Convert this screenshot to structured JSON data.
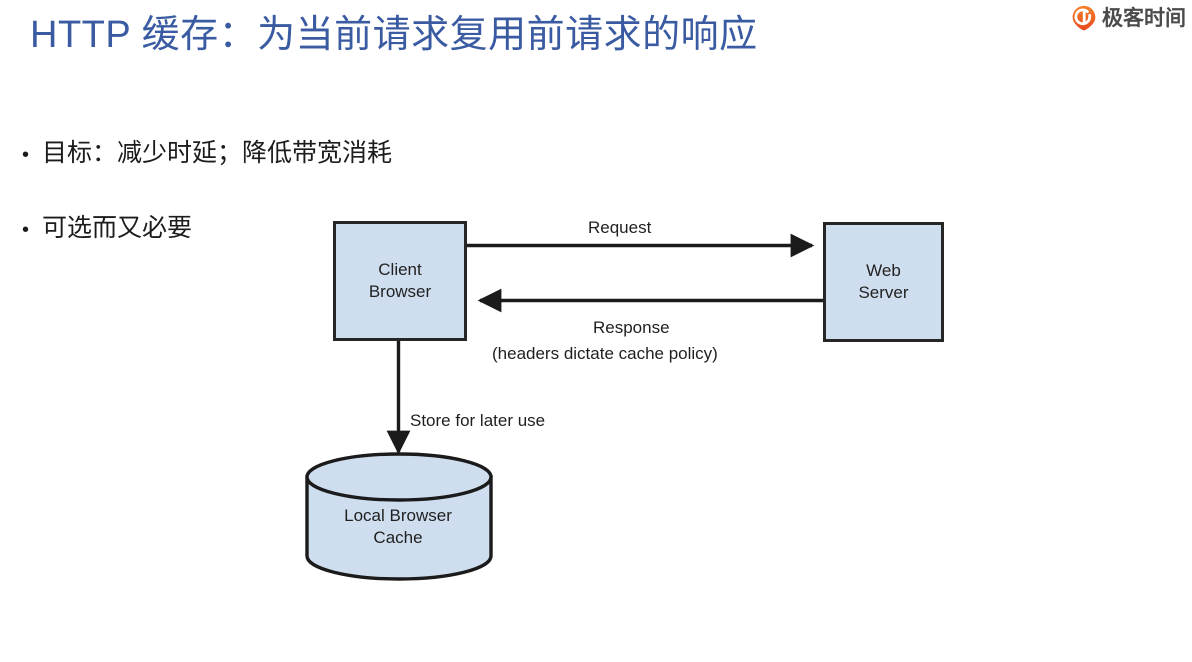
{
  "slide": {
    "title": "HTTP 缓存：为当前请求复用前请求的响应",
    "title_color": "#3A5BA2",
    "background_color": "#FFFFFF"
  },
  "brand": {
    "name": "极客时间",
    "icon": "geektime-pin-icon",
    "icon_color": "#F05A1E",
    "text_color": "#4B4B4B"
  },
  "bullets": [
    {
      "marker": "•",
      "text": "目标：减少时延；降低带宽消耗"
    },
    {
      "marker": "•",
      "text": "可选而又必要"
    }
  ],
  "diagram": {
    "type": "flow-diagram",
    "node_fill": "#CFDEEF",
    "node_stroke": "#262626",
    "nodes": [
      {
        "id": "client-browser",
        "shape": "rect",
        "line1": "Client",
        "line2": "Browser"
      },
      {
        "id": "web-server",
        "shape": "rect",
        "line1": "Web",
        "line2": "Server"
      },
      {
        "id": "local-browser-cache",
        "shape": "cylinder",
        "line1": "Local Browser",
        "line2": "Cache"
      }
    ],
    "edges": [
      {
        "id": "request",
        "from": "client-browser",
        "to": "web-server",
        "label": "Request",
        "direction": "right"
      },
      {
        "id": "response",
        "from": "web-server",
        "to": "client-browser",
        "label": "Response",
        "sublabel": "(headers dictate cache policy)",
        "direction": "left"
      },
      {
        "id": "store",
        "from": "client-browser",
        "to": "local-browser-cache",
        "label": "Store for later use",
        "direction": "down"
      }
    ]
  }
}
